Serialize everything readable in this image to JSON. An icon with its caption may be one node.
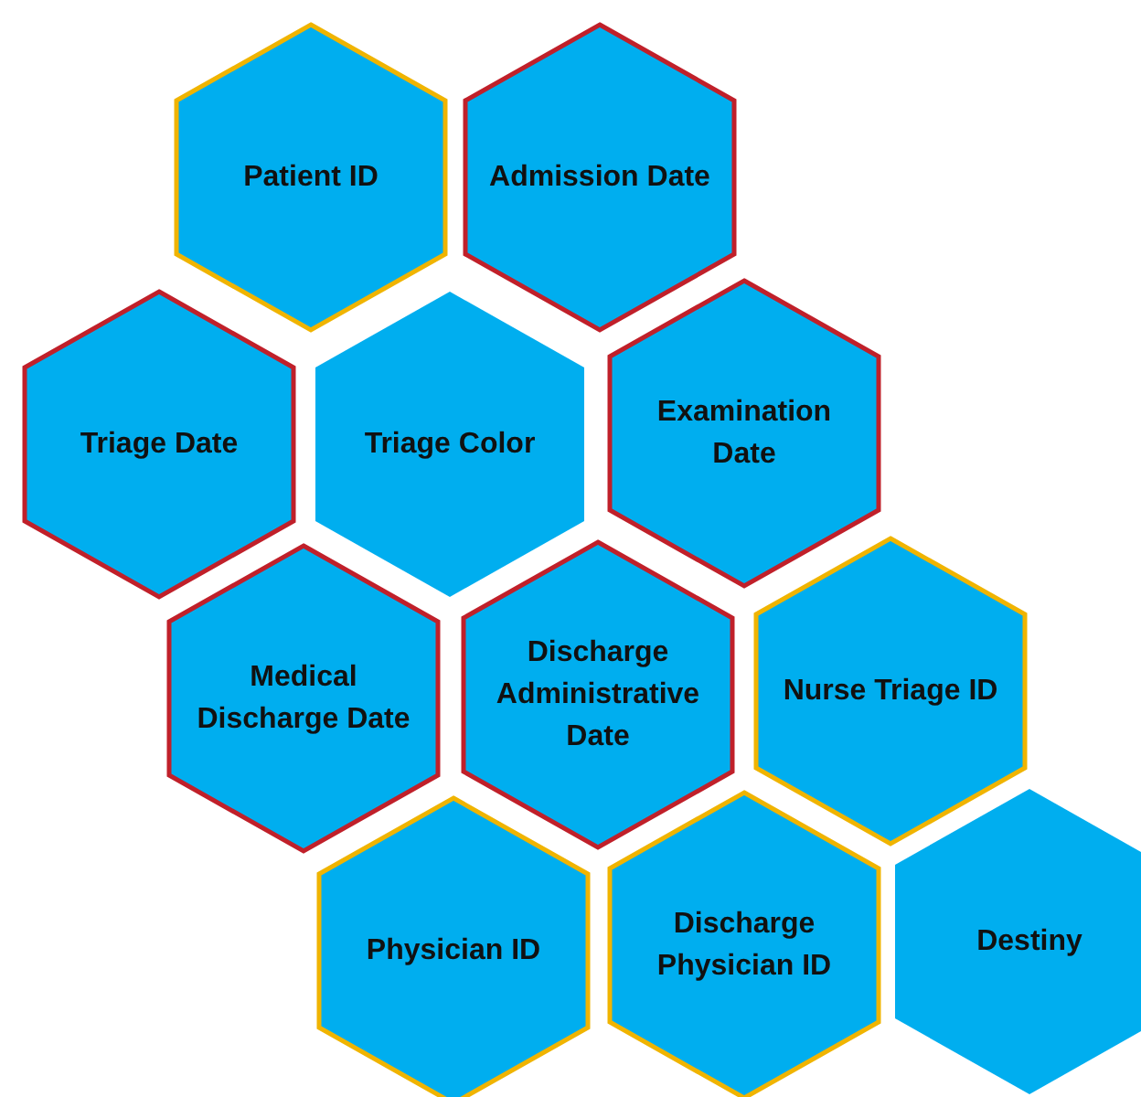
{
  "diagram": {
    "nodes": [
      {
        "text": [
          "Patient ID"
        ]
      },
      {
        "text": [
          "Admission Date"
        ]
      },
      {
        "text": [
          "Triage Date"
        ]
      },
      {
        "text": [
          "Triage Color"
        ]
      },
      {
        "text": [
          "Examination Date"
        ]
      },
      {
        "text": [
          "Medical Discharge Date"
        ]
      },
      {
        "text": [
          "Discharge Administrative Date"
        ]
      },
      {
        "text": [
          "Nurse Triage ID"
        ]
      },
      {
        "text": [
          "Physician ID"
        ]
      },
      {
        "text": [
          "Discharge Physician ID"
        ]
      },
      {
        "text": [
          "Destiny"
        ]
      }
    ]
  }
}
